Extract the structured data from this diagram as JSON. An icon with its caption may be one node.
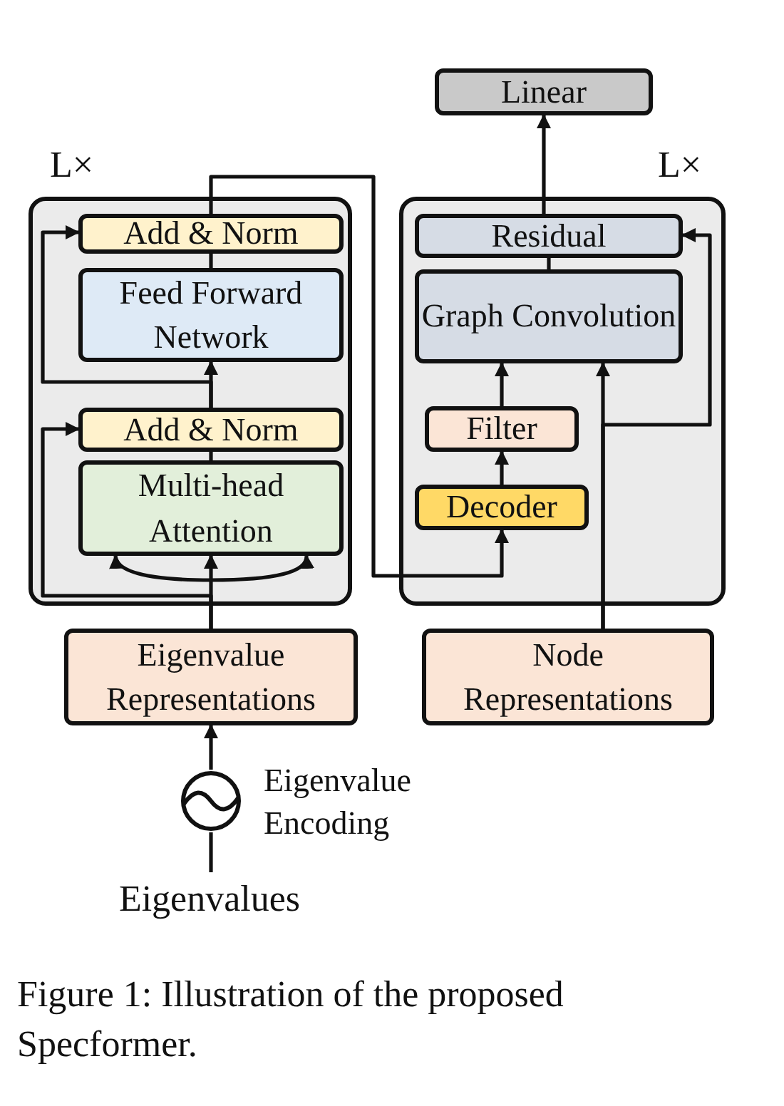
{
  "diagram": {
    "caption": "Figure 1: Illustration of the proposed Specformer.",
    "nodes": [
      {
        "text": [
          "Linear"
        ]
      },
      {
        "text": [
          "L×"
        ]
      },
      {
        "text": [
          "Add & Norm"
        ],
        "in": 1
      },
      {
        "text": [
          "Feed Forward Network"
        ],
        "in": 1
      },
      {
        "text": [
          "Add & Norm"
        ],
        "in": 1
      },
      {
        "text": [
          "Multi-head Attention"
        ],
        "in": 1
      },
      {
        "text": [
          "L×"
        ]
      },
      {
        "text": [
          "Residual"
        ],
        "in": 6
      },
      {
        "text": [
          "Graph Convolution"
        ],
        "in": 6
      },
      {
        "text": [
          "Filter"
        ],
        "in": 6
      },
      {
        "text": [
          "Decoder"
        ],
        "in": 6
      },
      {
        "text": [
          "Eigenvalue Representations"
        ]
      },
      {
        "text": [
          "Node Representations"
        ]
      },
      {
        "text": [],
        "shape": "circle",
        "beside": [
          "Eigenvalue Encoding"
        ]
      },
      {
        "text": [
          "Eigenvalues"
        ]
      }
    ],
    "edges": [
      {
        "from": 14,
        "to": 13,
        "arrow": "none"
      },
      {
        "from": 13,
        "to": 11,
        "arrow": "to"
      },
      {
        "from": 11,
        "to": 5,
        "arrow": "to"
      },
      {
        "from": 11,
        "to": 4,
        "arrow": "to"
      },
      {
        "from": 5,
        "to": 4,
        "arrow": "none"
      },
      {
        "from": 4,
        "to": 3,
        "arrow": "to"
      },
      {
        "from": 4,
        "to": 2,
        "arrow": "to"
      },
      {
        "from": 3,
        "to": 2,
        "arrow": "none"
      },
      {
        "from": 2,
        "to": 10,
        "arrow": "to"
      },
      {
        "from": 10,
        "to": 9,
        "arrow": "to"
      },
      {
        "from": 9,
        "to": 8,
        "arrow": "to"
      },
      {
        "from": 12,
        "to": 8,
        "arrow": "to"
      },
      {
        "from": 12,
        "to": 7,
        "arrow": "to"
      },
      {
        "from": 8,
        "to": 7,
        "arrow": "none"
      },
      {
        "from": 7,
        "to": 0,
        "arrow": "to"
      }
    ]
  }
}
